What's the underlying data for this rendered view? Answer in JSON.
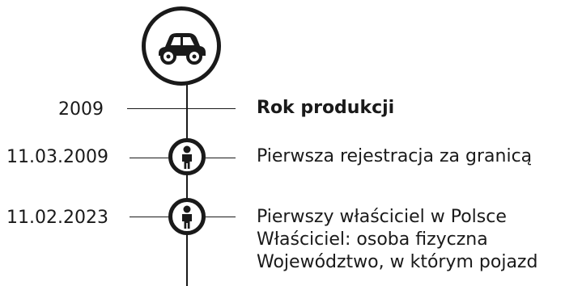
{
  "icons": {
    "header": "car-icon",
    "event": "person-icon"
  },
  "events": [
    {
      "date": "2009",
      "lines": [
        "Rok produkcji"
      ]
    },
    {
      "date": "11.03.2009",
      "lines": [
        "Pierwsza rejestracja za granicą"
      ]
    },
    {
      "date": "11.02.2023",
      "lines": [
        "Pierwszy właściciel w Polsce",
        "Właściciel: osoba fizyczna",
        "Województwo, w którym pojazd"
      ]
    }
  ]
}
